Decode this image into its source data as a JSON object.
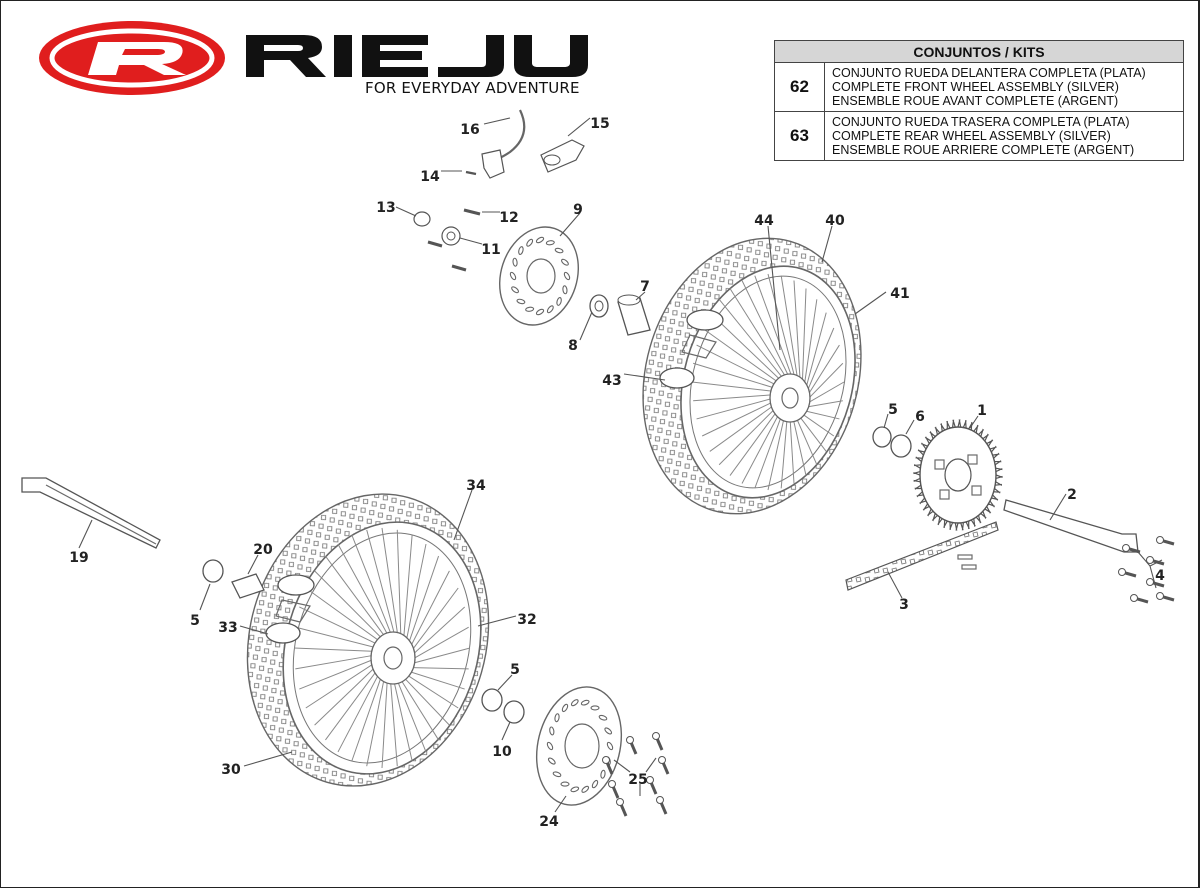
{
  "brand": {
    "logo_text": "RIEJU",
    "tagline": "FOR EVERYDAY ADVENTURE",
    "brand_color": "#e01e1e"
  },
  "kits_table": {
    "header": "CONJUNTOS / KITS",
    "rows": [
      {
        "number": "62",
        "lines": [
          "CONJUNTO RUEDA DELANTERA COMPLETA (PLATA)",
          "COMPLETE FRONT WHEEL ASSEMBLY (SILVER)",
          "ENSEMBLE ROUE AVANT COMPLETE (ARGENT)"
        ]
      },
      {
        "number": "63",
        "lines": [
          "CONJUNTO RUEDA TRASERA COMPLETA (PLATA)",
          "COMPLETE REAR WHEEL ASSEMBLY (SILVER)",
          "ENSEMBLE ROUE ARRIERE COMPLETE (ARGENT)"
        ]
      }
    ]
  },
  "callouts": [
    "16",
    "15",
    "14",
    "13",
    "12",
    "11",
    "9",
    "7",
    "8",
    "44",
    "40",
    "41",
    "43",
    "5",
    "6",
    "1",
    "2",
    "3",
    "4",
    "34",
    "20",
    "19",
    "5",
    "33",
    "32",
    "5",
    "10",
    "30",
    "25",
    "24"
  ]
}
